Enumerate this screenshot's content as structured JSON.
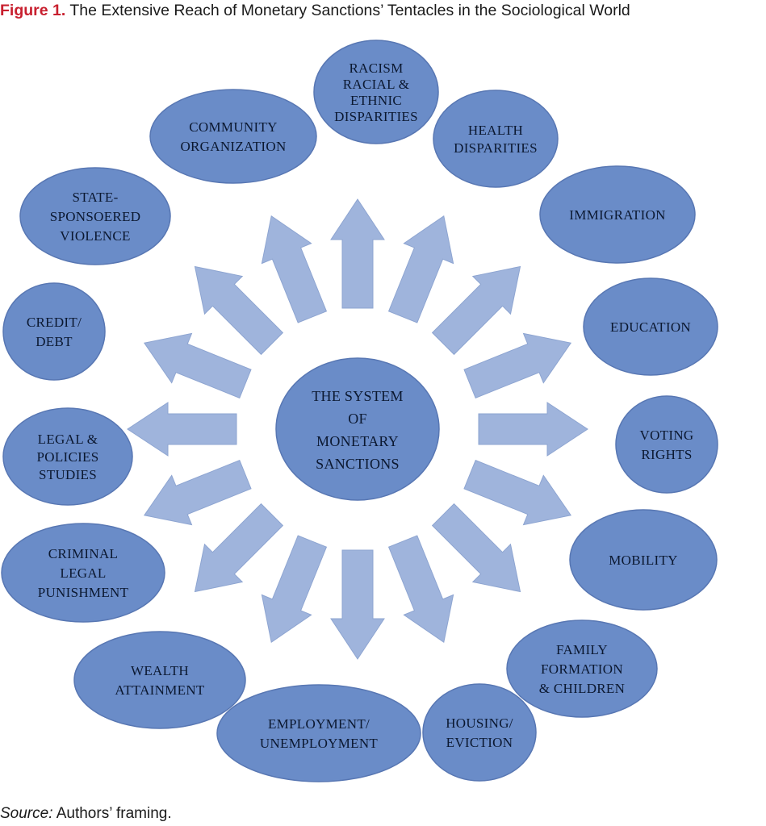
{
  "figure": {
    "label": "Figure 1.",
    "caption": "The Extensive Reach of Monetary Sanctions’ Tentacles in the Sociological World"
  },
  "source": {
    "label": "Source:",
    "text": "Authors’ framing."
  },
  "center": {
    "lines": [
      "THE SYSTEM",
      "OF",
      "MONETARY",
      "SANCTIONS"
    ]
  },
  "nodes": [
    {
      "id": "racism",
      "lines": [
        "RACISM",
        "RACIAL &",
        "ETHNIC",
        "DISPARITIES"
      ]
    },
    {
      "id": "health",
      "lines": [
        "HEALTH",
        "DISPARITIES"
      ]
    },
    {
      "id": "immigration",
      "lines": [
        "IMMIGRATION"
      ]
    },
    {
      "id": "education",
      "lines": [
        "EDUCATION"
      ]
    },
    {
      "id": "voting",
      "lines": [
        "VOTING",
        "RIGHTS"
      ]
    },
    {
      "id": "mobility",
      "lines": [
        "MOBILITY"
      ]
    },
    {
      "id": "family",
      "lines": [
        "FAMILY",
        "FORMATION",
        "& CHILDREN"
      ]
    },
    {
      "id": "housing",
      "lines": [
        "HOUSING/",
        "EVICTION"
      ]
    },
    {
      "id": "employment",
      "lines": [
        "EMPLOYMENT/",
        "UNEMPLOYMENT"
      ]
    },
    {
      "id": "wealth",
      "lines": [
        "WEALTH",
        "ATTAINMENT"
      ]
    },
    {
      "id": "criminal",
      "lines": [
        "CRIMINAL",
        "LEGAL",
        "PUNISHMENT"
      ]
    },
    {
      "id": "legal",
      "lines": [
        "LEGAL  &",
        "POLICIES",
        "STUDIES"
      ]
    },
    {
      "id": "credit",
      "lines": [
        "CREDIT/",
        "DEBT"
      ]
    },
    {
      "id": "state",
      "lines": [
        "STATE-",
        "SPONSOERED",
        "VIOLENCE"
      ]
    },
    {
      "id": "community",
      "lines": [
        "COMMUNITY",
        "ORGANIZATION"
      ]
    }
  ],
  "colors": {
    "ellipse_fill": "#6a8cc8",
    "ellipse_stroke": "#5877b3",
    "arrow_fill": "#9fb4dc",
    "arrow_stroke": "#8ea5d1",
    "text": "#0b1830"
  }
}
